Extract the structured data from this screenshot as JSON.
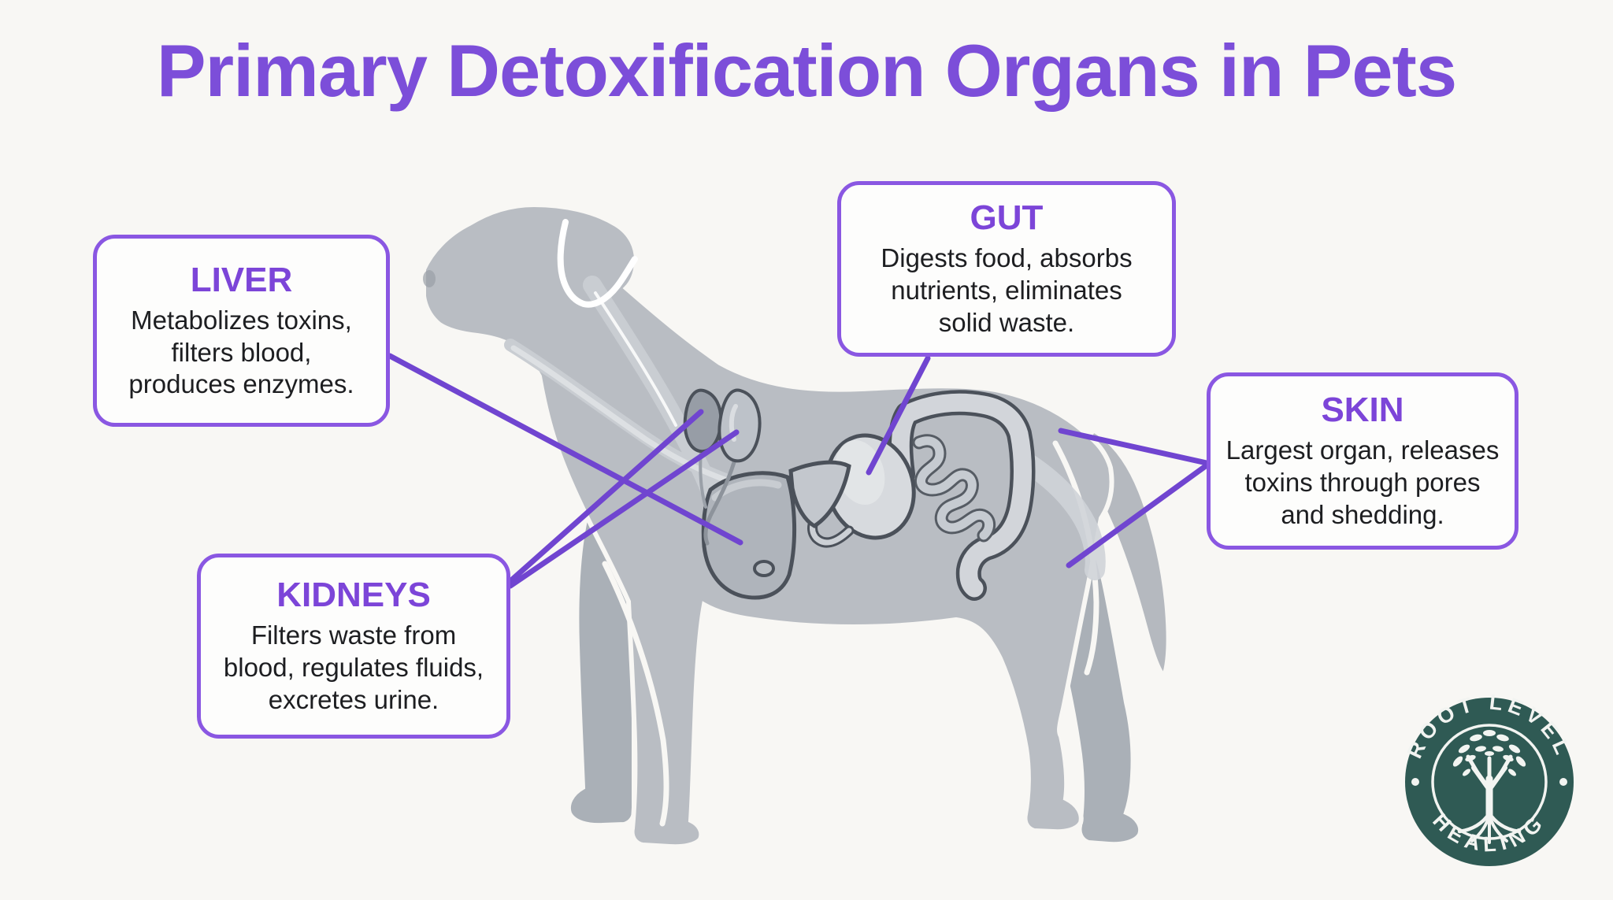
{
  "title": {
    "text": "Primary Detoxification Organs in Pets"
  },
  "callouts": {
    "liver": {
      "label": "LIVER",
      "description": "Metabolizes toxins,\nfilters blood,\nproduces enzymes."
    },
    "gut": {
      "label": "GUT",
      "description": "Digests food, absorbs\nnutrients, eliminates\nsolid waste."
    },
    "kidneys": {
      "label": "KIDNEYS",
      "description": "Filters waste from\nblood, regulates fluids,\nexcretes urine."
    },
    "skin": {
      "label": "SKIN",
      "description": "Largest organ, releases\ntoxins through pores\nand shedding."
    }
  },
  "logo": {
    "arc_top": "ROOT LEVEL",
    "arc_bottom": "HEALING"
  },
  "illustration": {
    "subject": "dog side-view silhouette with internal detox organs",
    "organs_shown": [
      "kidneys",
      "liver",
      "stomach",
      "intestines"
    ]
  },
  "colors": {
    "background": "#f8f7f4",
    "accent_purple": "#7c4ed9",
    "box_border_purple": "#8a57e2",
    "connector_purple": "#7045d0",
    "body_text": "#1d1e21",
    "dog_gray": "#b9bdc3",
    "dog_gray_far_limbs": "#aab0b7",
    "organ_outline": "#4b515a",
    "logo_teal": "#2f5a54",
    "logo_cream": "#f2f4f1"
  }
}
